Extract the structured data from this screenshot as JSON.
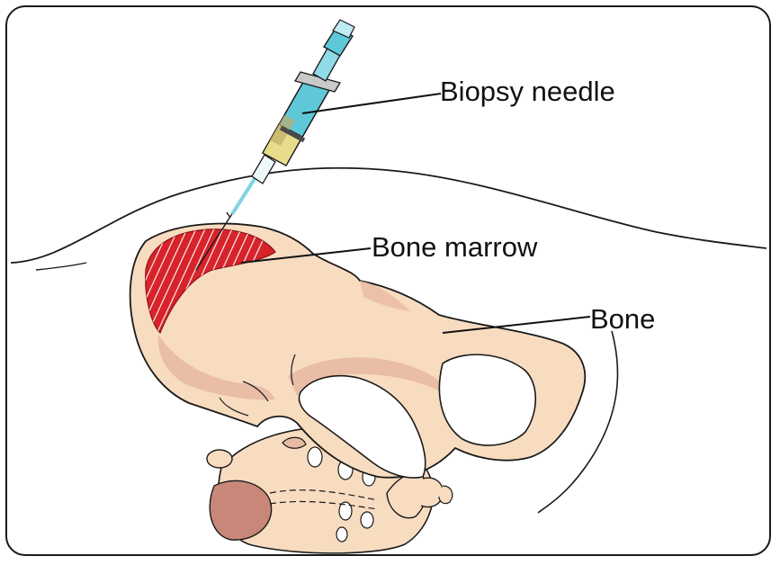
{
  "labels": {
    "needle": "Biopsy needle",
    "marrow": "Bone marrow",
    "bone": "Bone"
  },
  "colors": {
    "bone_fill": "#f8dcc0",
    "bone_shadow": "#e8b9a4",
    "marrow_fill": "#d7232a",
    "syringe_barrel": "#5ec8d8",
    "needle": "#7fd3e2",
    "outline": "#1a1a1a"
  }
}
